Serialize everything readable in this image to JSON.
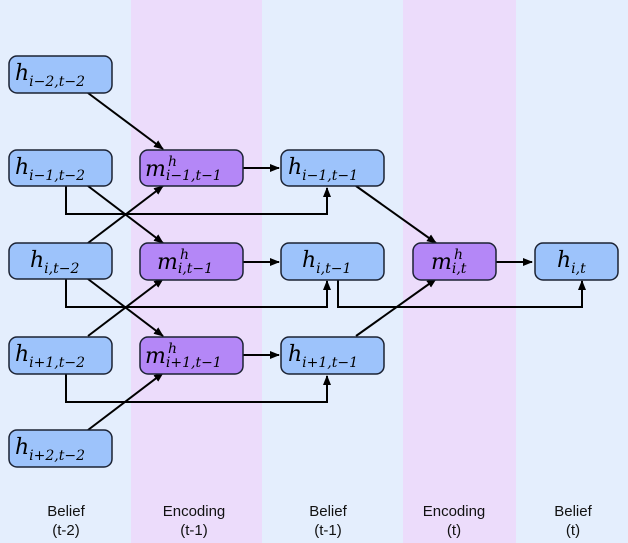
{
  "colors": {
    "belief_lane": "#e4eefd",
    "encoding_lane": "#ecdcfb",
    "belief_node_fill": "#9dc3fb",
    "encoding_node_fill": "#b487f7",
    "node_stroke": "#1b2233",
    "arrow": "#000000"
  },
  "columns": [
    {
      "label": "Belief",
      "sublabel": "(t-2)"
    },
    {
      "label": "Encoding",
      "sublabel": "(t-1)"
    },
    {
      "label": "Belief",
      "sublabel": "(t-1)"
    },
    {
      "label": "Encoding",
      "sublabel": "(t)"
    },
    {
      "label": "Belief",
      "sublabel": "(t)"
    }
  ],
  "nodes": {
    "h_im2_tm2": {
      "base": "h",
      "sub": "i−2,t−2",
      "sup": ""
    },
    "h_im1_tm2": {
      "base": "h",
      "sub": "i−1,t−2",
      "sup": ""
    },
    "h_i_tm2": {
      "base": "h",
      "sub": "i,t−2",
      "sup": ""
    },
    "h_ip1_tm2": {
      "base": "h",
      "sub": "i+1,t−2",
      "sup": ""
    },
    "h_ip2_tm2": {
      "base": "h",
      "sub": "i+2,t−2",
      "sup": ""
    },
    "m_im1_tm1": {
      "base": "m",
      "sub": "i−1,t−1",
      "sup": "h"
    },
    "m_i_tm1": {
      "base": "m",
      "sub": "i,t−1",
      "sup": "h"
    },
    "m_ip1_tm1": {
      "base": "m",
      "sub": "i+1,t−1",
      "sup": "h"
    },
    "h_im1_tm1": {
      "base": "h",
      "sub": "i−1,t−1",
      "sup": ""
    },
    "h_i_tm1": {
      "base": "h",
      "sub": "i,t−1",
      "sup": ""
    },
    "h_ip1_tm1": {
      "base": "h",
      "sub": "i+1,t−1",
      "sup": ""
    },
    "m_i_t": {
      "base": "m",
      "sub": "i,t",
      "sup": "h"
    },
    "h_i_t": {
      "base": "h",
      "sub": "i,t",
      "sup": ""
    }
  }
}
